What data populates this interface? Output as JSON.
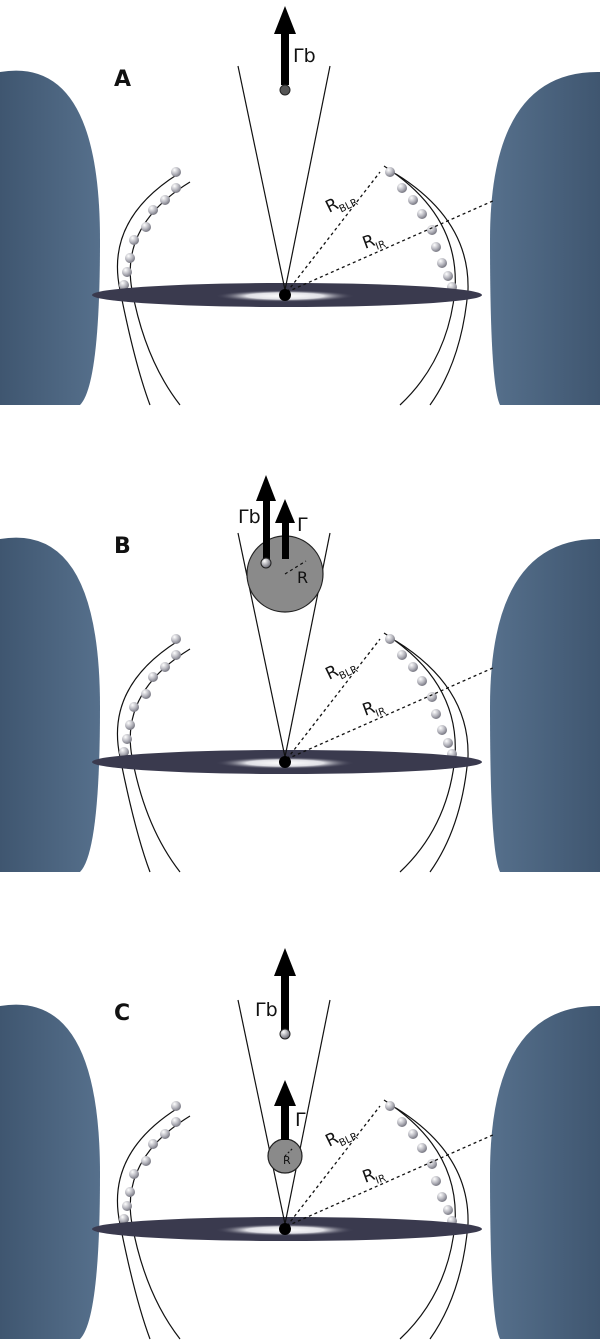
{
  "panels": [
    {
      "id": "A",
      "label": "A",
      "gamma_b": "Γb",
      "r_blr": {
        "main": "R",
        "sub": "BLR"
      },
      "r_ir": {
        "main": "R",
        "sub": "IR"
      },
      "has_blob": false
    },
    {
      "id": "B",
      "label": "B",
      "gamma_b": "Γb",
      "gamma": "Γ",
      "r_blob": "R",
      "r_blr": {
        "main": "R",
        "sub": "BLR"
      },
      "r_ir": {
        "main": "R",
        "sub": "IR"
      },
      "has_blob": true,
      "blob_size": "large"
    },
    {
      "id": "C",
      "label": "C",
      "gamma_b": "Γb",
      "gamma": "Γ",
      "r_blob": "R",
      "r_blr": {
        "main": "R",
        "sub": "BLR"
      },
      "r_ir": {
        "main": "R",
        "sub": "IR"
      },
      "has_blob": true,
      "blob_size": "small"
    }
  ],
  "colors": {
    "torus": "#4f6680",
    "disk": "#3a3a4e",
    "blob": "#8a8a8a",
    "cloud": "#b8b8c0"
  }
}
